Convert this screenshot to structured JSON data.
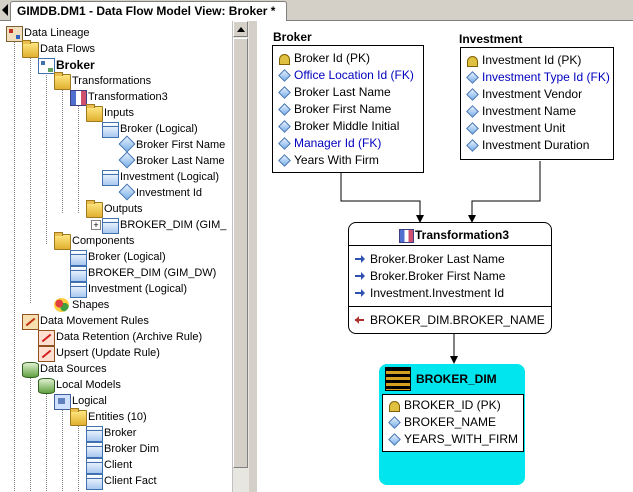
{
  "tab": {
    "title": "GIMDB.DM1 - Data Flow Model View: Broker *"
  },
  "tree": {
    "items": [
      {
        "label": "Data Lineage",
        "icon": "lineage-icon"
      },
      {
        "label": "Data Flows",
        "icon": "folder-icon"
      },
      {
        "label": "Broker",
        "icon": "data-flow-icon"
      },
      {
        "label": "Transformations",
        "icon": "folder-icon"
      },
      {
        "label": "Transformation3",
        "icon": "transformation-icon"
      },
      {
        "label": "Inputs",
        "icon": "folder-icon"
      },
      {
        "label": "Broker (Logical)",
        "icon": "table-icon"
      },
      {
        "label": "Broker First Name",
        "icon": "attribute-icon"
      },
      {
        "label": "Broker Last Name",
        "icon": "attribute-icon"
      },
      {
        "label": "Investment (Logical)",
        "icon": "table-icon"
      },
      {
        "label": "Investment Id",
        "icon": "attribute-icon"
      },
      {
        "label": "Outputs",
        "icon": "folder-icon"
      },
      {
        "label": "BROKER_DIM (GIM_",
        "icon": "table-icon"
      },
      {
        "label": "Components",
        "icon": "folder-icon"
      },
      {
        "label": "Broker (Logical)",
        "icon": "table-icon"
      },
      {
        "label": "BROKER_DIM (GIM_DW)",
        "icon": "table-icon"
      },
      {
        "label": "Investment (Logical)",
        "icon": "table-icon"
      },
      {
        "label": "Shapes",
        "icon": "shapes-icon"
      },
      {
        "label": "Data Movement Rules",
        "icon": "rule-icon"
      },
      {
        "label": "Data Retention (Archive Rule)",
        "icon": "rule-icon"
      },
      {
        "label": "Upsert (Update Rule)",
        "icon": "rule-icon"
      },
      {
        "label": "Data Sources",
        "icon": "database-icon"
      },
      {
        "label": "Local Models",
        "icon": "database-icon"
      },
      {
        "label": "Logical",
        "icon": "model-icon"
      },
      {
        "label": "Entities (10)",
        "icon": "folder-icon"
      },
      {
        "label": "Broker",
        "icon": "table-icon"
      },
      {
        "label": "Broker Dim",
        "icon": "table-icon"
      },
      {
        "label": "Client",
        "icon": "table-icon"
      },
      {
        "label": "Client Fact",
        "icon": "table-icon"
      }
    ]
  },
  "diagram": {
    "broker": {
      "title": "Broker",
      "attrs": [
        {
          "text": "Broker Id (PK)",
          "kind": "pk"
        },
        {
          "text": "Office Location Id (FK)",
          "kind": "fk"
        },
        {
          "text": "Broker Last Name",
          "kind": "attr"
        },
        {
          "text": "Broker First Name",
          "kind": "attr"
        },
        {
          "text": "Broker Middle Initial",
          "kind": "attr"
        },
        {
          "text": "Manager Id (FK)",
          "kind": "fk"
        },
        {
          "text": "Years With Firm",
          "kind": "attr"
        }
      ]
    },
    "investment": {
      "title": "Investment",
      "attrs": [
        {
          "text": "Investment Id (PK)",
          "kind": "pk"
        },
        {
          "text": "Investment Type Id (FK)",
          "kind": "fk"
        },
        {
          "text": "Investment Vendor",
          "kind": "attr"
        },
        {
          "text": "Investment Name",
          "kind": "attr"
        },
        {
          "text": "Investment Unit",
          "kind": "attr"
        },
        {
          "text": "Investment Duration",
          "kind": "attr"
        }
      ]
    },
    "transformation": {
      "title": "Transformation3",
      "inputs": [
        "Broker.Broker Last Name",
        "Broker.Broker First Name",
        "Investment.Investment Id"
      ],
      "outputs": [
        "BROKER_DIM.BROKER_NAME"
      ]
    },
    "broker_dim": {
      "title": "BROKER_DIM",
      "attrs": [
        {
          "text": "BROKER_ID (PK)",
          "kind": "pk"
        },
        {
          "text": "BROKER_NAME",
          "kind": "attr"
        },
        {
          "text": "YEARS_WITH_FIRM",
          "kind": "attr"
        }
      ],
      "highlight_color": "#00e5ee"
    }
  }
}
